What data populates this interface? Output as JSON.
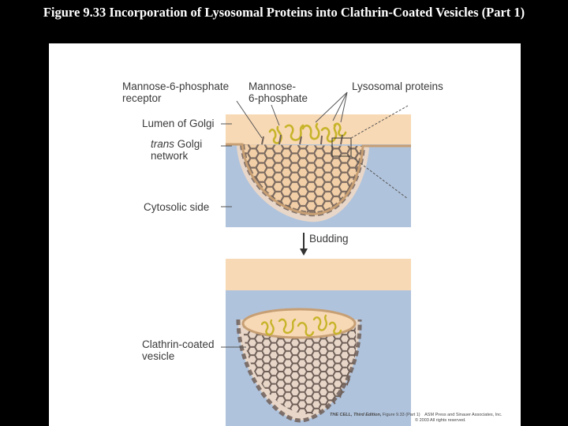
{
  "slide": {
    "title": "Figure 9.33  Incorporation of Lysosomal Proteins into Clathrin-Coated Vesicles (Part 1)"
  },
  "labels": {
    "m6p_receptor_line1": "Mannose-6-phosphate",
    "m6p_receptor_line2": "receptor",
    "m6p_line1": "Mannose-",
    "m6p_line2": "6-phosphate",
    "lysosomal_proteins": "Lysosomal proteins",
    "lumen": "Lumen of Golgi",
    "trans_golgi_italic": "trans",
    "trans_golgi_rest": " Golgi",
    "trans_golgi_line2": "network",
    "cytosolic": "Cytosolic side",
    "budding": "Budding",
    "vesicle_line1": "Clathrin-coated",
    "vesicle_line2": "vesicle"
  },
  "credit": {
    "book": "THE CELL, Third Edition,",
    "figure": " Figure 9.33 (Part 1)",
    "publisher": "ASM Press and Sinauer Associates, Inc.",
    "copyright": "© 2003 All rights reserved."
  },
  "colors": {
    "lumen": "#f8d9b5",
    "cytosol": "#b0c3dc",
    "clathrin": "#6e5f58",
    "membrane": "#c79f74",
    "protein": "#c7b42a",
    "label": "#3a3a3a"
  }
}
